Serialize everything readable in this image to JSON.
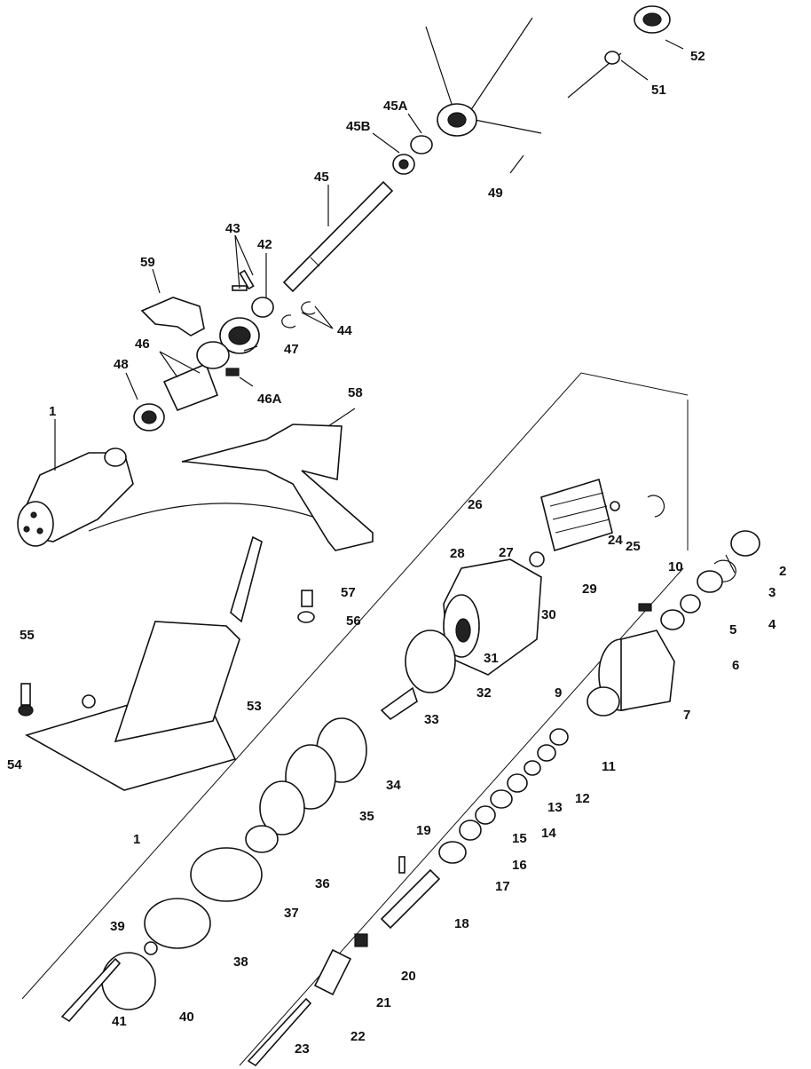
{
  "callouts": {
    "c1a": "1",
    "c1b": "1",
    "c2": "2",
    "c3": "3",
    "c4": "4",
    "c5": "5",
    "c6": "6",
    "c7": "7",
    "c9": "9",
    "c10": "10",
    "c11": "11",
    "c12": "12",
    "c13": "13",
    "c14": "14",
    "c15": "15",
    "c16": "16",
    "c17": "17",
    "c18": "18",
    "c19": "19",
    "c20": "20",
    "c21": "21",
    "c22": "22",
    "c23": "23",
    "c24": "24",
    "c25": "25",
    "c26": "26",
    "c27": "27",
    "c28": "28",
    "c29": "29",
    "c30": "30",
    "c31": "31",
    "c32": "32",
    "c33": "33",
    "c34": "34",
    "c35": "35",
    "c36": "36",
    "c37": "37",
    "c38": "38",
    "c39": "39",
    "c40": "40",
    "c41": "41",
    "c42": "42",
    "c43": "43",
    "c44": "44",
    "c45": "45",
    "c45a": "45A",
    "c45b": "45B",
    "c46": "46",
    "c46a": "46A",
    "c47": "47",
    "c48": "48",
    "c49": "49",
    "c51": "51",
    "c52": "52",
    "c53": "53",
    "c54": "54",
    "c55": "55",
    "c56": "56",
    "c57": "57",
    "c58": "58",
    "c59": "59"
  }
}
